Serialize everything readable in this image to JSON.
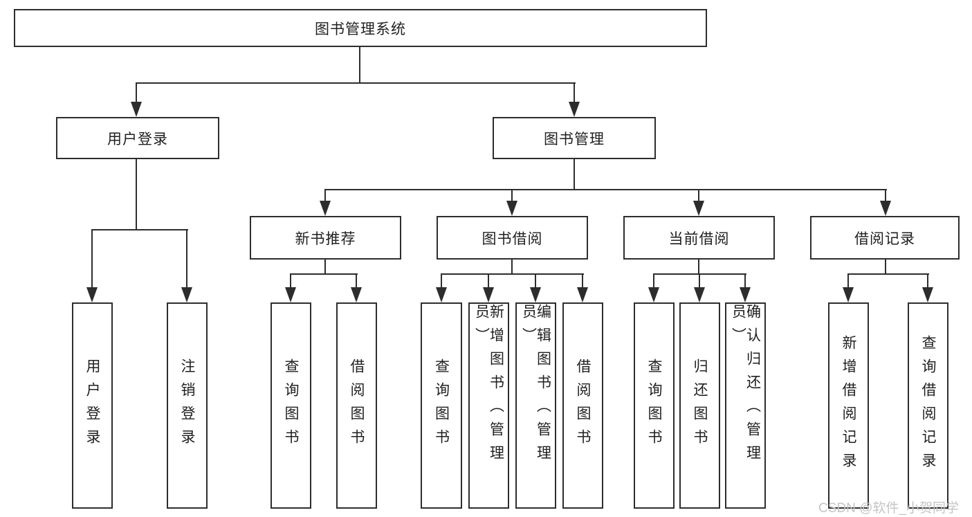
{
  "tree": {
    "label": "图书管理系统",
    "children": [
      {
        "label": "用户登录",
        "children": [
          {
            "label": "用户登录"
          },
          {
            "label": "注销登录"
          }
        ]
      },
      {
        "label": "图书管理",
        "children": [
          {
            "label": "新书推荐",
            "children": [
              {
                "label": "查询图书"
              },
              {
                "label": "借阅图书"
              }
            ]
          },
          {
            "label": "图书借阅",
            "children": [
              {
                "label": "查询图书"
              },
              {
                "label": "新增图书（管理员）"
              },
              {
                "label": "编辑图书（管理员）"
              },
              {
                "label": "借阅图书"
              }
            ]
          },
          {
            "label": "当前借阅",
            "children": [
              {
                "label": "查询图书"
              },
              {
                "label": "归还图书"
              },
              {
                "label": "确认归还（管理员）"
              }
            ]
          },
          {
            "label": "借阅记录",
            "children": [
              {
                "label": "新增借阅记录"
              },
              {
                "label": "查询借阅记录"
              }
            ]
          }
        ]
      }
    ]
  },
  "watermark": "CSDN @软件_小贺同学",
  "colors": {
    "line": "#2d2d2d",
    "border": "#2d2d2d",
    "text": "#1f1f1f",
    "watermark": "#c4c4c4",
    "background": "#ffffff"
  }
}
